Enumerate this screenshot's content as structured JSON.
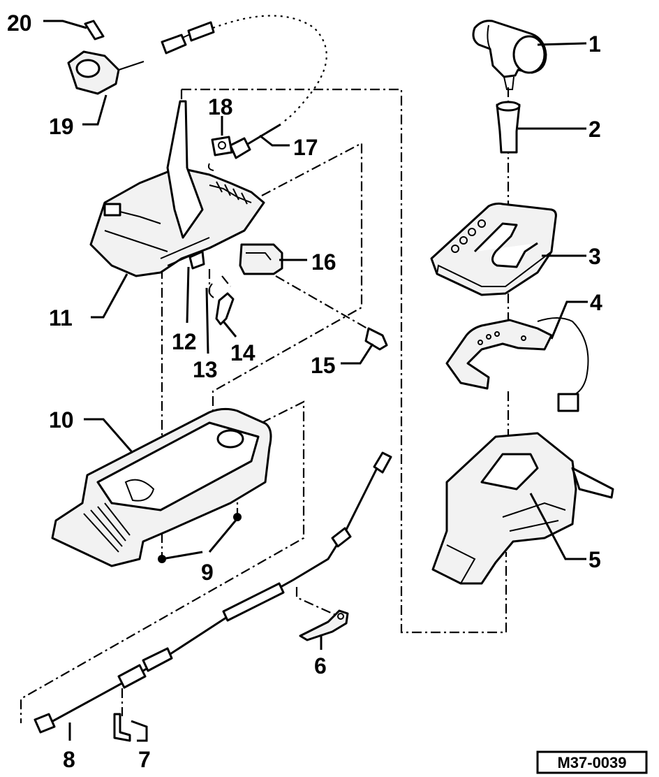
{
  "callouts": {
    "c1": "1",
    "c2": "2",
    "c3": "3",
    "c4": "4",
    "c5": "5",
    "c6": "6",
    "c7": "7",
    "c8": "8",
    "c9": "9",
    "c10": "10",
    "c11": "11",
    "c12": "12",
    "c13": "13",
    "c14": "14",
    "c15": "15",
    "c16": "16",
    "c17": "17",
    "c18": "18",
    "c19": "19",
    "c20": "20"
  },
  "figure_code": "M37-0039"
}
